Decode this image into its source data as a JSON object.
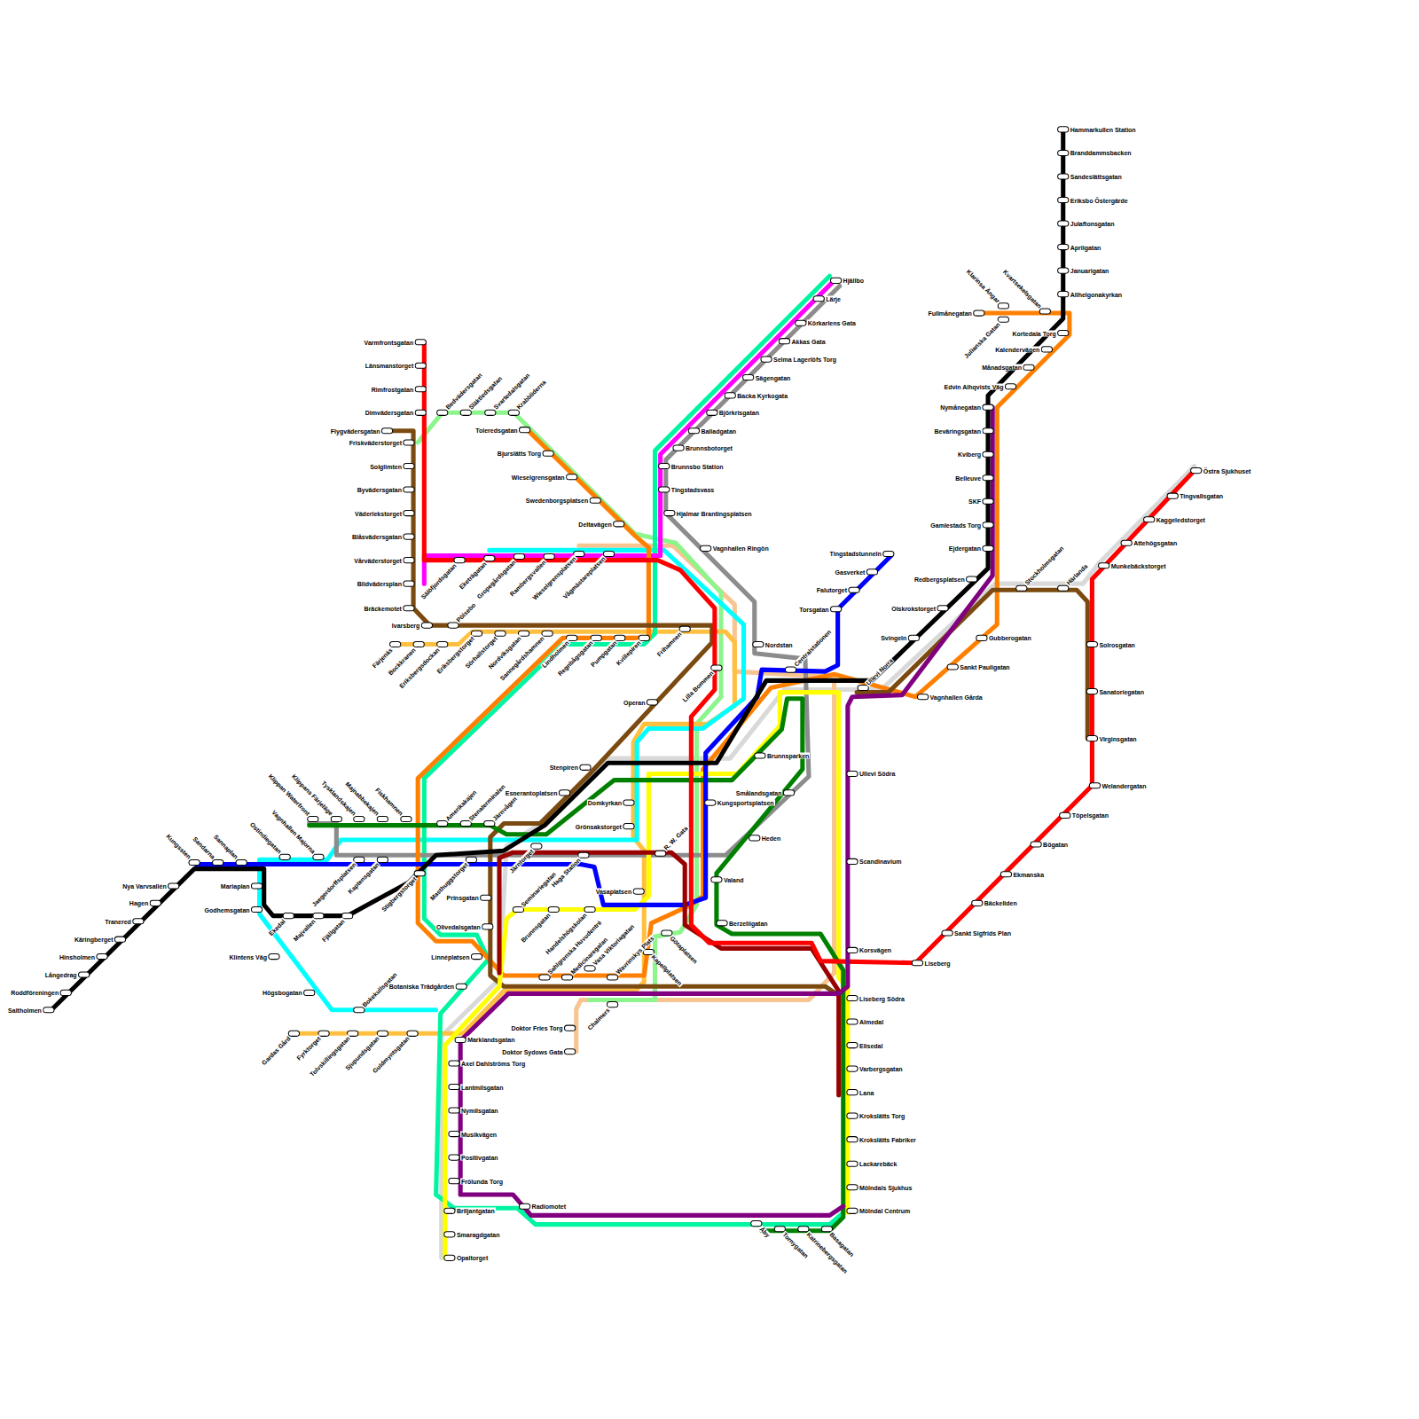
{
  "diagram": {
    "labels": [
      "Hammarkullen Station",
      "Branddammsbacken",
      "Sandeslättsgatan",
      "Eriksbo Östergärde",
      "Julaftonsgatan",
      "Aprilgatan",
      "Januarigatan",
      "Allhelgonakyrkan",
      "Kortedala Torg",
      "Kalendervägen",
      "Månadsgatan",
      "Edvin Alhqvists Väg",
      "Nymånegatan",
      "Beväringsgatan",
      "Kviberg",
      "Belleuve",
      "SKF",
      "Gamlestads Torg",
      "Ejdergatan",
      "Fullmånegatan",
      "Klarinsa Ängar",
      "Kvartsekelsgatan",
      "Julianska Gatan",
      "Redbergsplatsen",
      "Stockholmsgatan",
      "Härlanda",
      "Munkebäckstorget",
      "Attehögsgatan",
      "Kaggeledstorget",
      "Tingvallsgatan",
      "Östra Sjukhuset",
      "Solrosgatan",
      "Sanatoriegatan",
      "Virginsgatan",
      "Welandergatan",
      "Töpelsgatan",
      "Bögatan",
      "Ekmanska",
      "Bäckeliden",
      "Sankt Sigfrids Plan",
      "Liseberg",
      "Olskrokstorget",
      "Svingeln",
      "Gubberogatan",
      "Sankt Pauligatan",
      "Vagnhallen Gårda",
      "Ullevi Norra",
      "Centralstationen",
      "Tingstadstunneln",
      "Gasverket",
      "Falutorget",
      "Torsgatan",
      "Hjällbo",
      "Lärje",
      "Körkarlens Gata",
      "Akkas Gata",
      "Selma Lagerlöfs Torg",
      "Sägengatan",
      "Backa Kyrkogata",
      "Björkrisgatan",
      "Balladgatan",
      "Brunnsbotorget",
      "Brunnsbo Station",
      "Tingstadsvass",
      "Hjalmar Brantingsplatsen",
      "Vagnhallen Ringön",
      "Nordstan",
      "Frihamnen",
      "Lilla Bommen",
      "Operan",
      "Brunnsparken",
      "Stenpiren",
      "Esperantoplatsen",
      "Domkyrkan",
      "Grönsakstorget",
      "Kungsportsplatsen",
      "Smålandsgatan",
      "Heden",
      "Valand",
      "Berzeliigatan",
      "Ullevi Södra",
      "Scandinavium",
      "Korsvägen",
      "Varmfrontsgatan",
      "Länsmanstorget",
      "Rimfrostgatan",
      "Dimvädersgatan",
      "Flygvädersgatan",
      "Friskväderstorget",
      "Solglimten",
      "Byvädersgatan",
      "Väderlekstorget",
      "Blåsvädersgatan",
      "Vårväderstorget",
      "Blidvädersplan",
      "Bräckemotet",
      "Ivarsberg",
      "Bedvädersgatan",
      "Släktledsgatan",
      "Svartedalsgatan",
      "Krabbliderna",
      "Toleredsgatan",
      "Bjurslätts Torg",
      "Wieselgrensgatan",
      "Swedenborgsplatsen",
      "Deltavägen",
      "Sälöfjordsgatan",
      "Eketrägatan",
      "Gropegårdsgatan",
      "Rambergsvallen",
      "Wieselgrensplatsen",
      "Vågmästareplatsen",
      "Pölsebo",
      "Eriksbergstorget",
      "Sörhallstorget",
      "Nordviksgatan",
      "Sannegårdshamnen",
      "Lindholmen",
      "Regnbågsgatan",
      "Pumpgatan",
      "Kvillepiren",
      "Färjenäs",
      "Bockkranen",
      "Eriksbergsdockan",
      "Saltholmen",
      "Roddföreningen",
      "Långedrag",
      "Hinsholmen",
      "Käringberget",
      "Tranered",
      "Hagen",
      "Nya Varvsallén",
      "Kungssten",
      "Sandarna",
      "Sannaplan",
      "Ostindiegatan",
      "Vagnhallen Majorna",
      "Klippan Waterfront",
      "Klippans Färjeläge",
      "Tysklandskajen",
      "Majnabbekajen",
      "Fiskhamnen",
      "Amerikakajen",
      "Stenaterminalen",
      "Järnvågen",
      "Mariaplan",
      "Godhemsgatan",
      "Ekedal",
      "Majvallen",
      "Fjällgatan",
      "Jaegerdorffsplatsen",
      "Kaptensgatan",
      "Stigbergstorget",
      "Masthuggstorget",
      "Järntorget",
      "Klintens Väg",
      "Högsbogatan",
      "Bokekullsgatan",
      "Gardas Gård",
      "Fyrktorget",
      "Tolvskillingsgatan",
      "Sjupundsgatan",
      "Guldmyntsgatan",
      "Prinsgatan",
      "Olivedalsgatan",
      "Linnéplatsen",
      "Seminariegatan",
      "Haga Station",
      "Brunnsgatan",
      "Handelshögskolan",
      "Vasaplatsen",
      "R. W. Gata",
      "Sahlgrenska Huvudentré",
      "Medicinaregatan",
      "Vasa Viktoriagatan",
      "Wavrinskys Plats",
      "Chalmers",
      "Doktor Fries Torg",
      "Doktor Sydows Gata",
      "Kapellplatsen",
      "Götaplatsen",
      "Botaniska Trädgården",
      "Marklandsgatan",
      "Axel Dahlströms Torg",
      "Lantmilsgatan",
      "Nymilsgatan",
      "Musikvägen",
      "Positivgatan",
      "Frölunda Torg",
      "Briljantgatan",
      "Smaragdgatan",
      "Opaltorget",
      "Radiomotet",
      "Åby",
      "Tornygatan",
      "Katrinebergsgatan",
      "Basagatan",
      "Liseberg Södra",
      "Almedal",
      "Elisedal",
      "Varbergsgatan",
      "Lana",
      "Krokslätts Torg",
      "Krokslätts Fabriker",
      "Lackarebäck",
      "Mölndals Sjukhus",
      "Mölndal Centrum"
    ]
  }
}
